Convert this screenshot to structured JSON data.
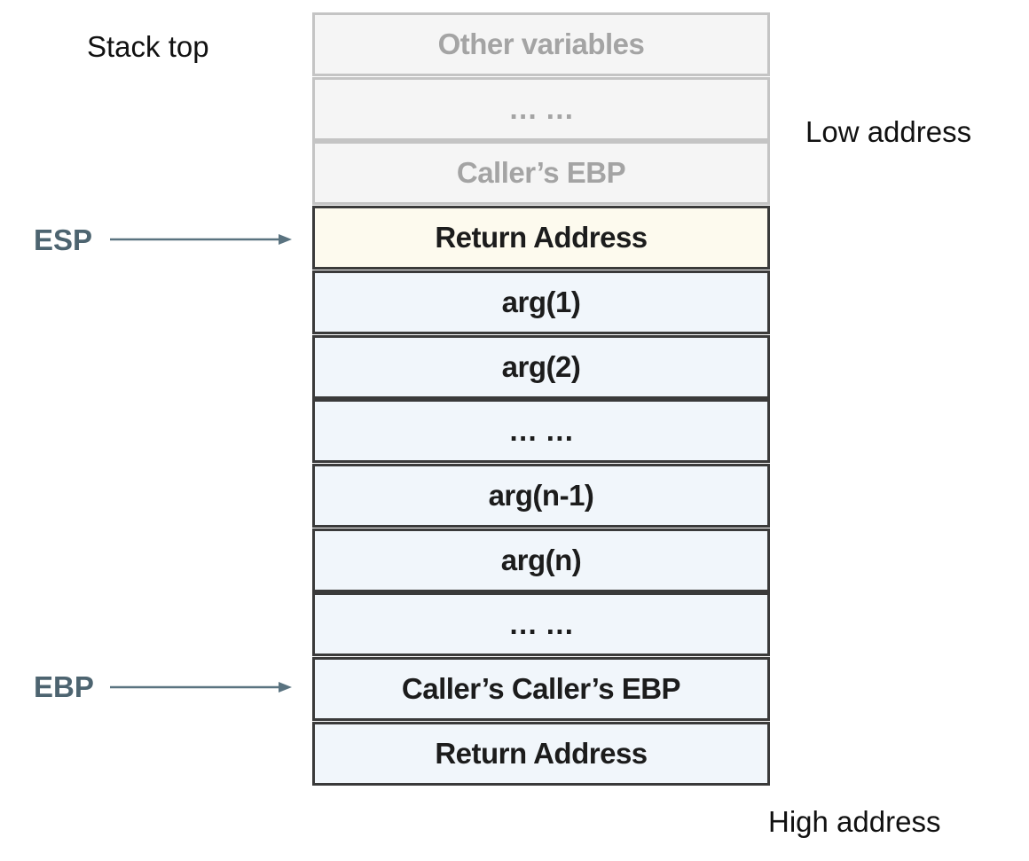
{
  "labels": {
    "stack_top": "Stack top",
    "low_address": "Low address",
    "high_address": "High address",
    "esp": "ESP",
    "ebp": "EBP"
  },
  "stack": {
    "cells": [
      {
        "text": "Other variables",
        "style": "faded"
      },
      {
        "text": "… …",
        "style": "faded"
      },
      {
        "text": "Caller’s EBP",
        "style": "faded"
      },
      {
        "text": "Return Address",
        "style": "current"
      },
      {
        "text": "arg(1)",
        "style": "frame"
      },
      {
        "text": "arg(2)",
        "style": "frame"
      },
      {
        "text": "… …",
        "style": "frame"
      },
      {
        "text": "arg(n-1)",
        "style": "frame"
      },
      {
        "text": "arg(n)",
        "style": "frame"
      },
      {
        "text": "… …",
        "style": "frame"
      },
      {
        "text": "Caller’s Caller’s EBP",
        "style": "frame"
      },
      {
        "text": "Return Address",
        "style": "frame"
      }
    ]
  },
  "pointers": [
    {
      "name": "ESP",
      "points_to_cell": 3
    },
    {
      "name": "EBP",
      "points_to_cell": 10
    }
  ],
  "colors": {
    "register_label": "#4d6470",
    "arrow": "#5a7380",
    "faded_border": "#c4c4c4",
    "faded_fill": "#f5f5f5",
    "faded_text": "#a4a4a4",
    "current_fill": "#fdfaee",
    "frame_fill": "#f1f6fb",
    "frame_border": "#3a3a3a"
  }
}
